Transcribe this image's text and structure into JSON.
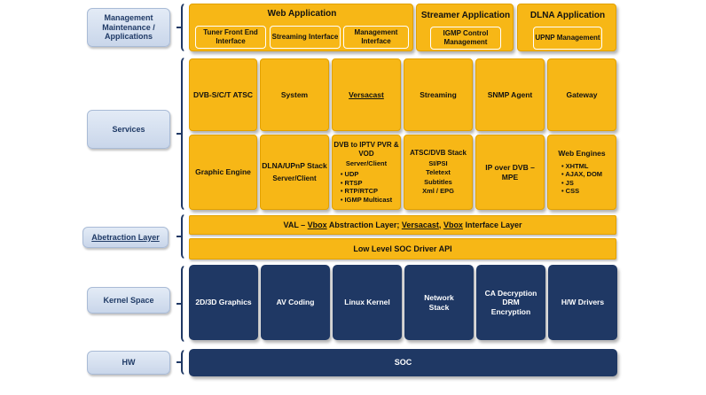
{
  "layers": {
    "management": "Management Maintenance / Applications",
    "services": "Services",
    "abstraction": "Abetraction Layer",
    "kernel": "Kernel Space",
    "hw": "HW"
  },
  "applications": {
    "web": {
      "title": "Web Application",
      "items": [
        "Tuner Front End Interface",
        "Streaming Interface",
        "Management Interface"
      ]
    },
    "streamer": {
      "title": "Streamer Application",
      "items": [
        "IGMP Control Management"
      ]
    },
    "dlna": {
      "title": "DLNA Application",
      "items": [
        "UPNP Management"
      ]
    }
  },
  "services_top": [
    "DVB-S/C/T ATSC",
    "System",
    "Versacast",
    "Streaming",
    "SNMP Agent",
    "Gateway"
  ],
  "services_bottom": {
    "graphic": "Graphic Engine",
    "dlna": {
      "title": "DLNA/UPnP Stack",
      "sub": "Server/Client"
    },
    "dvb": {
      "title": "DVB to IPTV PVR & VOD",
      "sub": "Server/Client",
      "items": [
        "UDP",
        "RTSP",
        "RTP/RTCP",
        "IGMP Multicast"
      ]
    },
    "atsc": {
      "title": "ATSC/DVB Stack",
      "items": [
        "SI/PSI",
        "Teletext",
        "Subtitles",
        "Xml / EPG"
      ]
    },
    "ip": "IP over DVB – MPE",
    "web": {
      "title": "Web Engines",
      "items": [
        "XHTML",
        "AJAX, DOM",
        "JS",
        "CSS"
      ]
    }
  },
  "abstraction": {
    "val_prefix": "VAL – ",
    "val_vbox": "Vbox",
    "val_mid": " Abstraction Layer; ",
    "val_versacast": "Versacast",
    "val_sep": ", ",
    "val_vbox2": "Vbox",
    "val_end": " Interface Layer",
    "soc_api": "Low Level SOC Driver API"
  },
  "kernel": [
    "2D/3D Graphics",
    "AV Coding",
    "Linux Kernel",
    "Network Stack",
    "CA Decryption DRM Encryption",
    "H/W Drivers"
  ],
  "hw": "SOC",
  "colors": {
    "gold": "#f7b716",
    "navy": "#1f3864",
    "label": "#d6e0f0"
  }
}
